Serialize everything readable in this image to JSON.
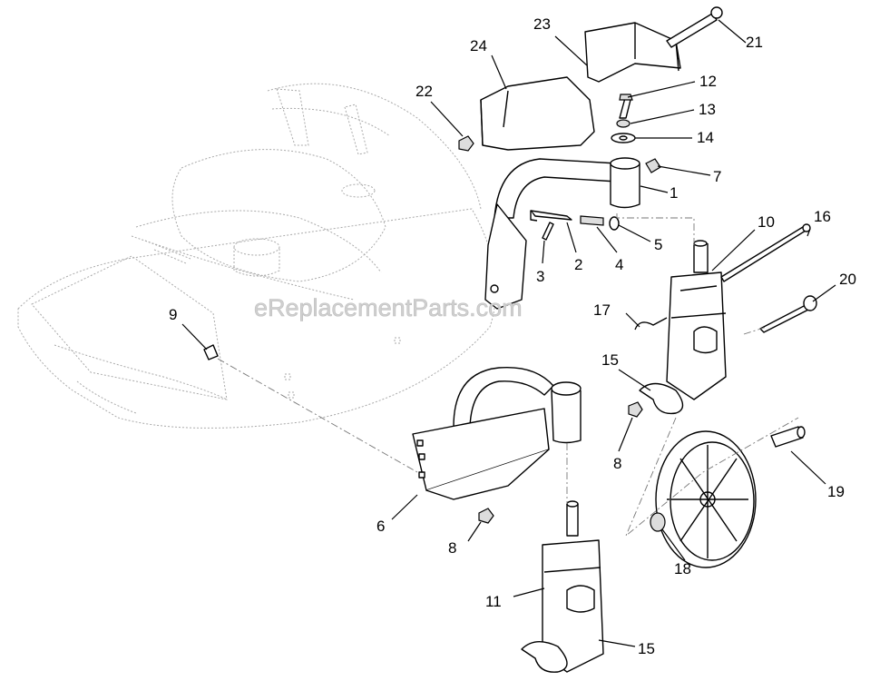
{
  "watermark": "eReplacementParts.com",
  "callouts": [
    {
      "id": "c1",
      "text": "1"
    },
    {
      "id": "c2",
      "text": "2"
    },
    {
      "id": "c3",
      "text": "3"
    },
    {
      "id": "c4",
      "text": "4"
    },
    {
      "id": "c5",
      "text": "5"
    },
    {
      "id": "c6",
      "text": "6"
    },
    {
      "id": "c7",
      "text": "7"
    },
    {
      "id": "c8a",
      "text": "8"
    },
    {
      "id": "c8b",
      "text": "8"
    },
    {
      "id": "c9",
      "text": "9"
    },
    {
      "id": "c10",
      "text": "10"
    },
    {
      "id": "c11",
      "text": "11"
    },
    {
      "id": "c12",
      "text": "12"
    },
    {
      "id": "c13",
      "text": "13"
    },
    {
      "id": "c14",
      "text": "14"
    },
    {
      "id": "c15a",
      "text": "15"
    },
    {
      "id": "c15b",
      "text": "15"
    },
    {
      "id": "c16",
      "text": "16"
    },
    {
      "id": "c17",
      "text": "17"
    },
    {
      "id": "c18",
      "text": "18"
    },
    {
      "id": "c19",
      "text": "19"
    },
    {
      "id": "c20",
      "text": "20"
    },
    {
      "id": "c21",
      "text": "21"
    },
    {
      "id": "c22",
      "text": "22"
    },
    {
      "id": "c23",
      "text": "23"
    },
    {
      "id": "c24",
      "text": "24"
    }
  ]
}
